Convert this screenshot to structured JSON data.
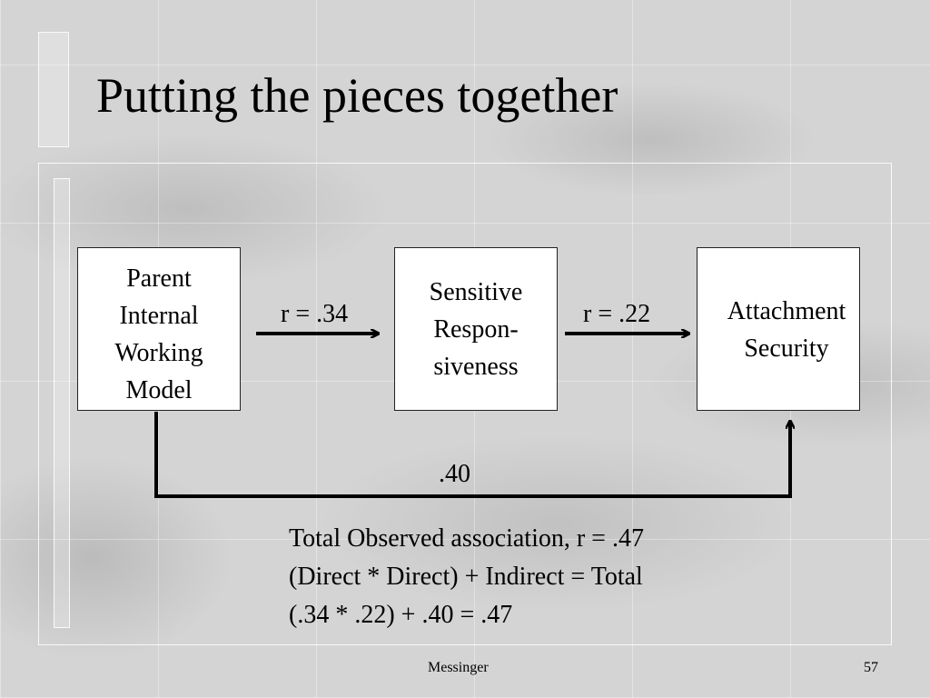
{
  "slide": {
    "title": "Putting the pieces together",
    "footer_left": "Messinger",
    "footer_right": "57"
  },
  "diagram": {
    "nodes": [
      {
        "id": "parent-iwm",
        "label": "Parent\nInternal\nWorking\nModel"
      },
      {
        "id": "sensitive-responsiveness",
        "label": "Sensitive\nRespon-\nsiveness"
      },
      {
        "id": "attachment-security",
        "label": "Attachment\nSecurity"
      }
    ],
    "edges": [
      {
        "from": "parent-iwm",
        "to": "sensitive-responsiveness",
        "label": "r = .34"
      },
      {
        "from": "sensitive-responsiveness",
        "to": "attachment-security",
        "label": "r = .22"
      },
      {
        "from": "parent-iwm",
        "to": "attachment-security",
        "label": ".40"
      }
    ]
  },
  "summary": {
    "line1": "Total Observed association, r = .47",
    "line2": "(Direct * Direct) + Indirect = Total",
    "line3": "(.34 * .22) + .40 = .47"
  }
}
